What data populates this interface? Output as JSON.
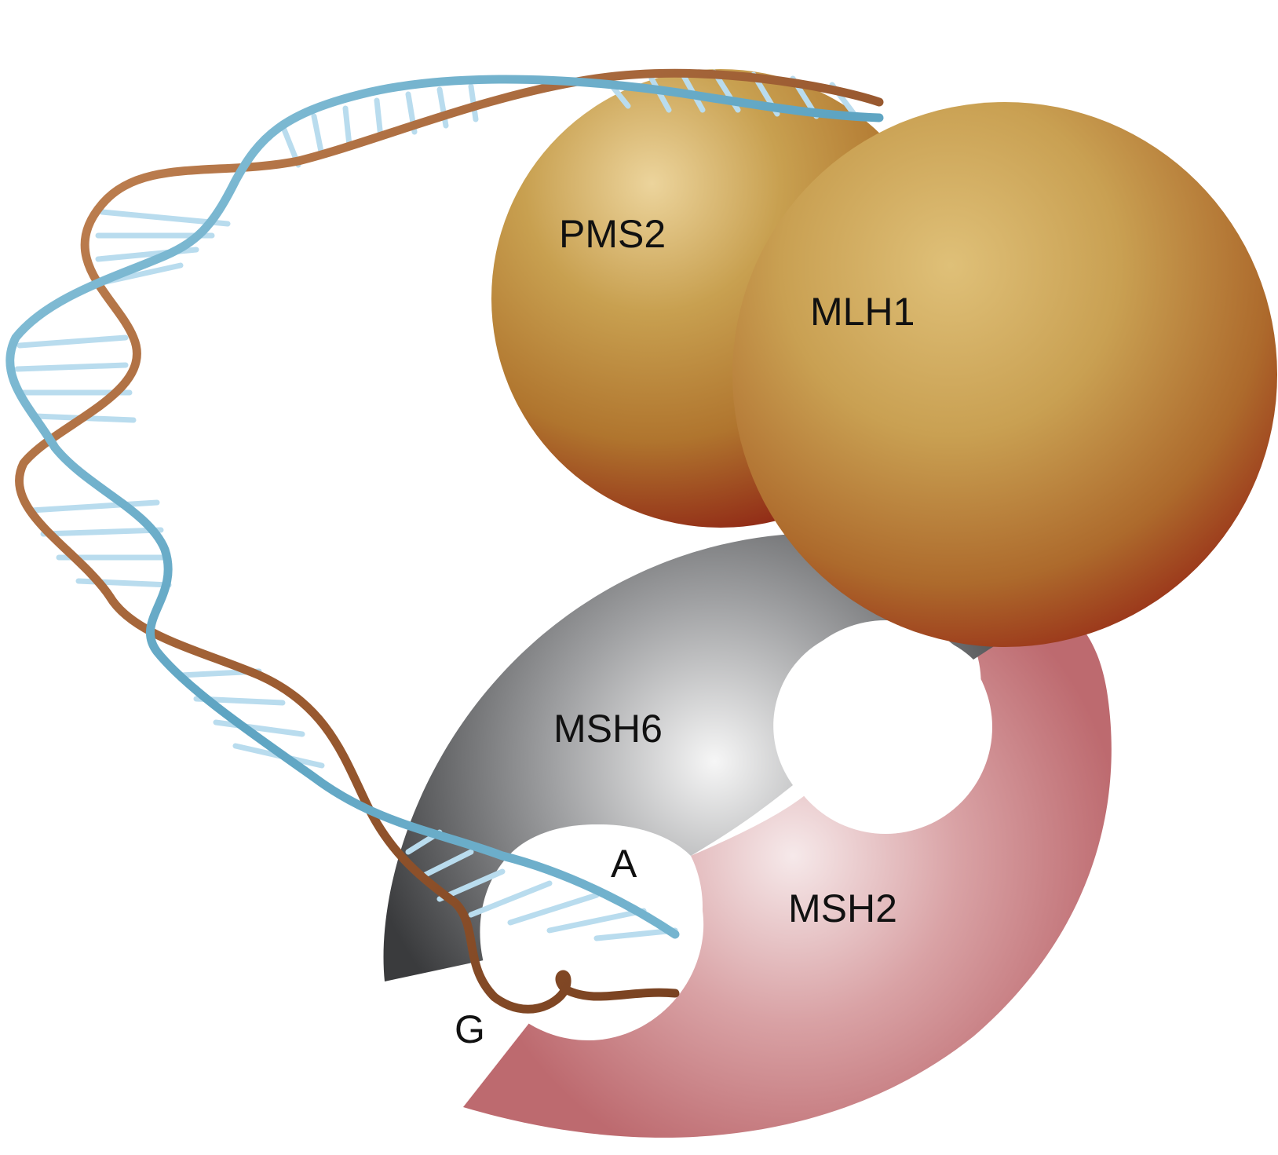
{
  "labels": {
    "pms2": "PMS2",
    "mlh1": "MLH1",
    "msh6": "MSH6",
    "msh2": "MSH2",
    "base_a": "A",
    "base_g": "G"
  },
  "colors": {
    "pms2_mlh1_light": "#d8b56e",
    "pms2_mlh1_dark": "#9b2a14",
    "msh6_light": "#f4f4f4",
    "msh6_dark": "#3c3d3f",
    "msh2_light": "#f3e3e4",
    "msh2_dark": "#bf6e72",
    "dna_blue_strand": "#6fb0cc",
    "dna_brown_strand": "#a8693c",
    "dna_rungs": "#b9dcee"
  }
}
